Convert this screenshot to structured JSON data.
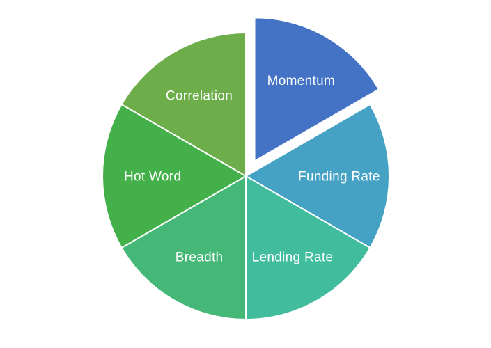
{
  "page": {
    "background_color": "#ffffff"
  },
  "chart_data": {
    "type": "pie",
    "legend": "none",
    "label_position": "inside",
    "label_color": "#ffffff",
    "slice_border_color": "#ffffff",
    "start_angle_deg": 0,
    "direction": "clockwise",
    "slices": [
      {
        "label": "Momentum",
        "value": 1,
        "fraction": 0.1667,
        "color": "#4473C5",
        "exploded": true
      },
      {
        "label": "Funding Rate",
        "value": 1,
        "fraction": 0.1667,
        "color": "#46A2C5",
        "exploded": false
      },
      {
        "label": "Lending Rate",
        "value": 1,
        "fraction": 0.1667,
        "color": "#41BD9E",
        "exploded": false
      },
      {
        "label": "Breadth",
        "value": 1,
        "fraction": 0.1667,
        "color": "#45B878",
        "exploded": false
      },
      {
        "label": "Hot Word",
        "value": 1,
        "fraction": 0.1667,
        "color": "#44B04A",
        "exploded": false
      },
      {
        "label": "Correlation",
        "value": 1,
        "fraction": 0.1667,
        "color": "#6DAE4B",
        "exploded": false
      }
    ]
  }
}
